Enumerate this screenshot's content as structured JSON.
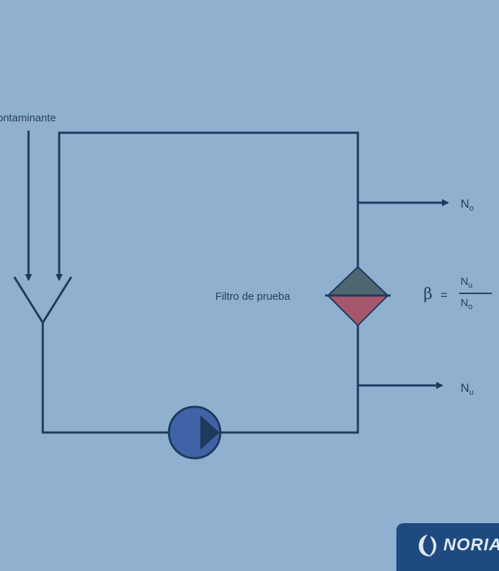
{
  "labels": {
    "contaminant": "ontaminante",
    "filter": "Filtro de prueba",
    "n_o": "N",
    "n_o_sub": "o",
    "n_u": "N",
    "n_u_sub": "u"
  },
  "formula": {
    "symbol": "β",
    "equals": "=",
    "numerator": "N",
    "numerator_sub": "u",
    "denominator": "N",
    "denominator_sub": "o"
  },
  "logo": {
    "text": "NORIA",
    "icon": "noria-swoosh-icon"
  },
  "colors": {
    "background": "#8fb0cf",
    "line": "#1e3a5c",
    "filter_top": "#4e6670",
    "filter_bottom": "#a7576b",
    "pump": "#3f63a6",
    "logo_bg": "#1f4a80"
  }
}
